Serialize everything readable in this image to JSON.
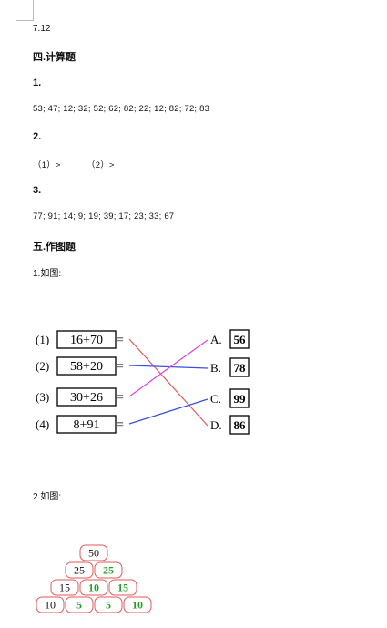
{
  "lines": {
    "item7": "7.12",
    "section4": "四.计算题",
    "q1_label": "1.",
    "q1_answers": "53; 47; 12; 32; 52; 62; 82; 22; 12; 82; 72; 83",
    "q2_label": "2.",
    "q2_answers": "（1）>          （2）>",
    "q3_label": "3.",
    "q3_answers": "77; 91; 14; 9; 19; 39; 17; 23; 33; 67",
    "section5": "五.作图题",
    "draw1_label": "1.如图:",
    "draw2_label": "2.如图:"
  },
  "matching": {
    "left": [
      {
        "num": "(1)",
        "expr": "16+70",
        "eq": "="
      },
      {
        "num": "(2)",
        "expr": "58+20",
        "eq": "="
      },
      {
        "num": "(3)",
        "expr": "30+26",
        "eq": "="
      },
      {
        "num": "(4)",
        "expr": "8+91",
        "eq": "="
      }
    ],
    "right": [
      {
        "letter": "A.",
        "value": "56"
      },
      {
        "letter": "B.",
        "value": "78"
      },
      {
        "letter": "C.",
        "value": "99"
      },
      {
        "letter": "D.",
        "value": "86"
      }
    ],
    "connections": [
      {
        "from": "(1)",
        "to": "D.",
        "color": "#e05a5a"
      },
      {
        "from": "(2)",
        "to": "B.",
        "color": "#3b4fd8"
      },
      {
        "from": "(3)",
        "to": "A.",
        "color": "#e040e0"
      },
      {
        "from": "(4)",
        "to": "C.",
        "color": "#3b4fd8"
      }
    ]
  },
  "pyramid": {
    "rows": [
      [
        {
          "v": "50",
          "given": true
        }
      ],
      [
        {
          "v": "25",
          "given": true
        },
        {
          "v": "25",
          "given": false
        }
      ],
      [
        {
          "v": "15",
          "given": true
        },
        {
          "v": "10",
          "given": false
        },
        {
          "v": "15",
          "given": false
        }
      ],
      [
        {
          "v": "10",
          "given": true
        },
        {
          "v": "5",
          "given": false
        },
        {
          "v": "5",
          "given": false
        },
        {
          "v": "10",
          "given": false
        }
      ]
    ],
    "colors": {
      "given": "#111111",
      "answer": "#2a9d2a",
      "border": "#e05a5a"
    }
  }
}
